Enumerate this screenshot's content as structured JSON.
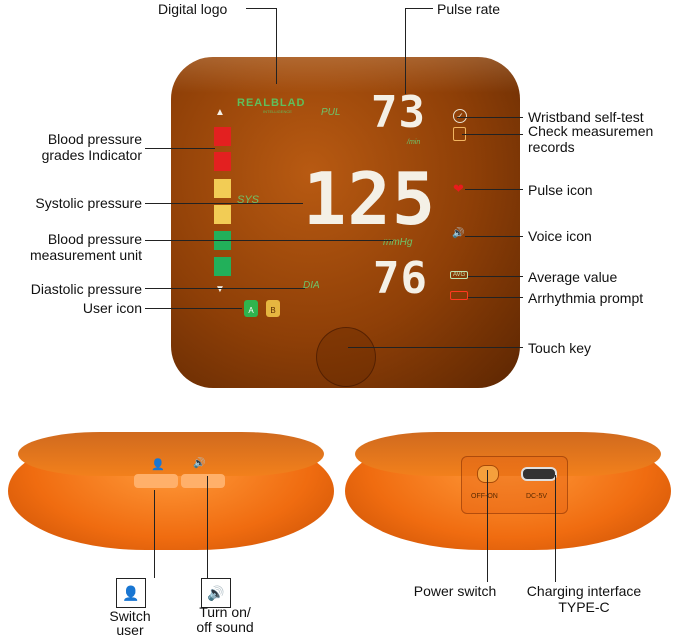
{
  "labels": {
    "digital_logo": "Digital logo",
    "pulse_rate": "Pulse rate",
    "bp_grades": "Blood pressure\ngrades Indicator",
    "systolic": "Systolic pressure",
    "bp_unit": "Blood pressure\nmeasurement unit",
    "diastolic": "Diastolic pressure",
    "user_icon": "User icon",
    "wristband": "Wristband self-test",
    "check_records": "Check measuremen\nrecords",
    "pulse_icon": "Pulse icon",
    "voice_icon": "Voice icon",
    "average": "Average value",
    "arrhythmia": "Arrhythmia prompt",
    "touch_key": "Touch key",
    "switch_user": "Switch\nuser",
    "sound": "Turn on/\noff sound",
    "power_switch": "Power switch",
    "charging": "Charging interface\nTYPE-C"
  },
  "display": {
    "brand": "REALBLAD",
    "brand_sub": "INTELLIGENCE",
    "pul": "PUL",
    "pulse_value": "73",
    "per_min": "/min",
    "sys": "SYS",
    "sys_value": "125",
    "unit": "mmHg",
    "dia": "DIA",
    "dia_value": "76",
    "avg": "AVG",
    "up": "▲",
    "down": "▼",
    "check": "✓",
    "heart": "❤",
    "speaker": "🔊",
    "user_a": "A",
    "user_b": "B"
  },
  "grade_colors": [
    "#e32020",
    "#e32020",
    "#f2cc55",
    "#f2cc55",
    "#22b05a",
    "#22b05a"
  ],
  "side": {
    "off_on": "OFF-ON",
    "dc": "DC-5V",
    "person": "👤",
    "speaker": "🔊"
  },
  "icons": {
    "check": "check-circle-icon",
    "records": "records-icon",
    "heart": "heart-icon",
    "voice": "speaker-icon",
    "user": "user-icon"
  }
}
